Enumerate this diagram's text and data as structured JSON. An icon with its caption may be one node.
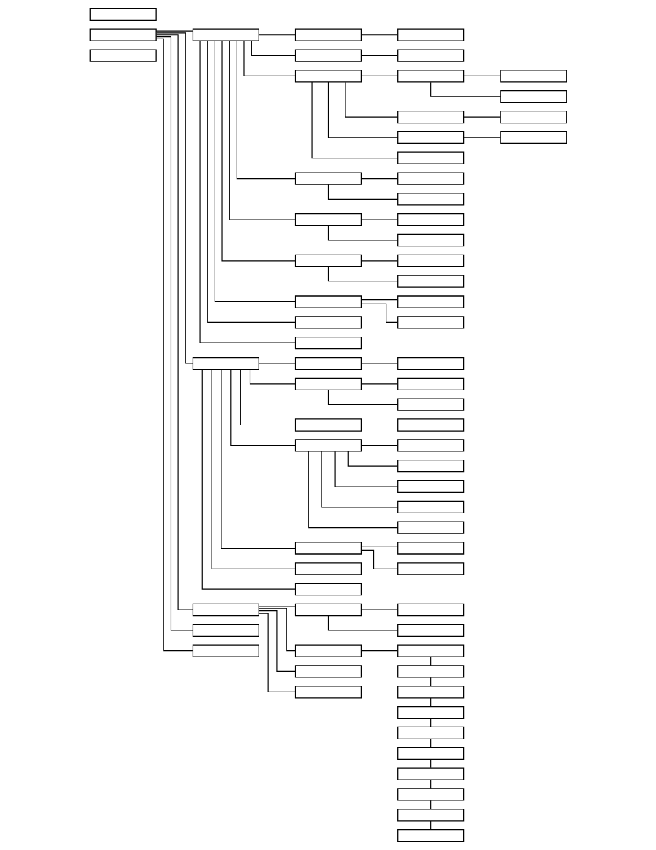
{
  "diagram": {
    "nodes": [
      {
        "text": [],
        "shape": "box"
      },
      {
        "text": [],
        "shape": "box"
      },
      {
        "text": [],
        "shape": "box"
      },
      {
        "text": [],
        "shape": "box"
      },
      {
        "text": [],
        "shape": "box"
      },
      {
        "text": [],
        "shape": "box"
      },
      {
        "text": [],
        "shape": "box"
      },
      {
        "text": [],
        "shape": "box"
      },
      {
        "text": [],
        "shape": "box"
      },
      {
        "text": [],
        "shape": "box"
      },
      {
        "text": [],
        "shape": "box"
      },
      {
        "text": [],
        "shape": "box"
      },
      {
        "text": [],
        "shape": "box"
      },
      {
        "text": [],
        "shape": "box"
      },
      {
        "text": [],
        "shape": "box"
      },
      {
        "text": [],
        "shape": "box"
      },
      {
        "text": [],
        "shape": "box"
      },
      {
        "text": [],
        "shape": "box"
      },
      {
        "text": [],
        "shape": "box"
      },
      {
        "text": [],
        "shape": "box"
      },
      {
        "text": [],
        "shape": "box"
      },
      {
        "text": [],
        "shape": "box"
      },
      {
        "text": [],
        "shape": "box"
      },
      {
        "text": [],
        "shape": "box"
      },
      {
        "text": [],
        "shape": "box"
      },
      {
        "text": [],
        "shape": "box"
      },
      {
        "text": [],
        "shape": "box"
      },
      {
        "text": [],
        "shape": "box"
      },
      {
        "text": [],
        "shape": "box"
      },
      {
        "text": [],
        "shape": "box"
      },
      {
        "text": [],
        "shape": "box"
      },
      {
        "text": [],
        "shape": "box"
      },
      {
        "text": [],
        "shape": "box"
      },
      {
        "text": [],
        "shape": "box"
      },
      {
        "text": [],
        "shape": "box"
      },
      {
        "text": [],
        "shape": "box"
      },
      {
        "text": [],
        "shape": "box"
      },
      {
        "text": [],
        "shape": "box"
      },
      {
        "text": [],
        "shape": "box"
      },
      {
        "text": [],
        "shape": "box"
      },
      {
        "text": [],
        "shape": "box"
      },
      {
        "text": [],
        "shape": "box"
      },
      {
        "text": [],
        "shape": "box"
      },
      {
        "text": [],
        "shape": "box"
      },
      {
        "text": [],
        "shape": "box"
      },
      {
        "text": [],
        "shape": "box"
      },
      {
        "text": [],
        "shape": "box"
      },
      {
        "text": [],
        "shape": "box"
      },
      {
        "text": [],
        "shape": "box"
      },
      {
        "text": [],
        "shape": "box"
      },
      {
        "text": [],
        "shape": "box"
      },
      {
        "text": [],
        "shape": "box"
      },
      {
        "text": [],
        "shape": "box"
      },
      {
        "text": [],
        "shape": "box"
      },
      {
        "text": [],
        "shape": "box"
      },
      {
        "text": [],
        "shape": "box"
      },
      {
        "text": [],
        "shape": "box"
      },
      {
        "text": [],
        "shape": "box"
      },
      {
        "text": [],
        "shape": "box"
      },
      {
        "text": [],
        "shape": "box"
      },
      {
        "text": [],
        "shape": "box"
      },
      {
        "text": [],
        "shape": "box"
      },
      {
        "text": [],
        "shape": "box"
      },
      {
        "text": [],
        "shape": "box"
      },
      {
        "text": [],
        "shape": "box"
      },
      {
        "text": [],
        "shape": "box"
      },
      {
        "text": [],
        "shape": "box"
      },
      {
        "text": [],
        "shape": "box"
      },
      {
        "text": [],
        "shape": "box"
      }
    ],
    "edges": [
      {
        "from": 1,
        "to": 3,
        "arrow": "none"
      },
      {
        "from": 1,
        "to": 31,
        "arrow": "none"
      },
      {
        "from": 1,
        "to": 50,
        "arrow": "none"
      },
      {
        "from": 1,
        "to": 57,
        "arrow": "none"
      },
      {
        "from": 1,
        "to": 58,
        "arrow": "none"
      },
      {
        "from": 3,
        "to": 4,
        "arrow": "none"
      },
      {
        "from": 3,
        "to": 6,
        "arrow": "none"
      },
      {
        "from": 3,
        "to": 8,
        "arrow": "none"
      },
      {
        "from": 3,
        "to": 17,
        "arrow": "none"
      },
      {
        "from": 3,
        "to": 20,
        "arrow": "none"
      },
      {
        "from": 3,
        "to": 23,
        "arrow": "none"
      },
      {
        "from": 3,
        "to": 26,
        "arrow": "none"
      },
      {
        "from": 3,
        "to": 29,
        "arrow": "none"
      },
      {
        "from": 3,
        "to": 30,
        "arrow": "none"
      },
      {
        "from": 4,
        "to": 5,
        "arrow": "none"
      },
      {
        "from": 6,
        "to": 7,
        "arrow": "none"
      },
      {
        "from": 8,
        "to": 9,
        "arrow": "none"
      },
      {
        "from": 8,
        "to": 12,
        "arrow": "none"
      },
      {
        "from": 8,
        "to": 14,
        "arrow": "none"
      },
      {
        "from": 8,
        "to": 16,
        "arrow": "none"
      },
      {
        "from": 9,
        "to": 10,
        "arrow": "none"
      },
      {
        "from": 9,
        "to": 11,
        "arrow": "none"
      },
      {
        "from": 12,
        "to": 13,
        "arrow": "none"
      },
      {
        "from": 14,
        "to": 15,
        "arrow": "none"
      },
      {
        "from": 17,
        "to": 18,
        "arrow": "none"
      },
      {
        "from": 17,
        "to": 19,
        "arrow": "none"
      },
      {
        "from": 20,
        "to": 21,
        "arrow": "none"
      },
      {
        "from": 20,
        "to": 22,
        "arrow": "none"
      },
      {
        "from": 23,
        "to": 24,
        "arrow": "none"
      },
      {
        "from": 23,
        "to": 25,
        "arrow": "none"
      },
      {
        "from": 26,
        "to": 27,
        "arrow": "none"
      },
      {
        "from": 26,
        "to": 28,
        "arrow": "none"
      },
      {
        "from": 31,
        "to": 32,
        "arrow": "none"
      },
      {
        "from": 31,
        "to": 34,
        "arrow": "none"
      },
      {
        "from": 31,
        "to": 37,
        "arrow": "none"
      },
      {
        "from": 31,
        "to": 39,
        "arrow": "none"
      },
      {
        "from": 31,
        "to": 45,
        "arrow": "none"
      },
      {
        "from": 31,
        "to": 48,
        "arrow": "none"
      },
      {
        "from": 31,
        "to": 49,
        "arrow": "none"
      },
      {
        "from": 32,
        "to": 33,
        "arrow": "none"
      },
      {
        "from": 34,
        "to": 35,
        "arrow": "none"
      },
      {
        "from": 34,
        "to": 36,
        "arrow": "none"
      },
      {
        "from": 37,
        "to": 38,
        "arrow": "none"
      },
      {
        "from": 39,
        "to": 40,
        "arrow": "none"
      },
      {
        "from": 39,
        "to": 41,
        "arrow": "none"
      },
      {
        "from": 39,
        "to": 42,
        "arrow": "none"
      },
      {
        "from": 39,
        "to": 43,
        "arrow": "none"
      },
      {
        "from": 39,
        "to": 44,
        "arrow": "none"
      },
      {
        "from": 45,
        "to": 46,
        "arrow": "none"
      },
      {
        "from": 45,
        "to": 47,
        "arrow": "none"
      },
      {
        "from": 50,
        "to": 51,
        "arrow": "none"
      },
      {
        "from": 50,
        "to": 54,
        "arrow": "none"
      },
      {
        "from": 50,
        "to": 55,
        "arrow": "none"
      },
      {
        "from": 50,
        "to": 56,
        "arrow": "none"
      },
      {
        "from": 51,
        "to": 52,
        "arrow": "none"
      },
      {
        "from": 51,
        "to": 53,
        "arrow": "none"
      },
      {
        "from": 54,
        "to": 59,
        "arrow": "none"
      },
      {
        "from": 59,
        "to": 60,
        "arrow": "none"
      },
      {
        "from": 60,
        "to": 61,
        "arrow": "none"
      },
      {
        "from": 61,
        "to": 62,
        "arrow": "none"
      },
      {
        "from": 62,
        "to": 63,
        "arrow": "none"
      },
      {
        "from": 63,
        "to": 64,
        "arrow": "none"
      },
      {
        "from": 64,
        "to": 65,
        "arrow": "none"
      },
      {
        "from": 65,
        "to": 66,
        "arrow": "none"
      },
      {
        "from": 66,
        "to": 67,
        "arrow": "none"
      },
      {
        "from": 67,
        "to": 68,
        "arrow": "none"
      }
    ]
  }
}
